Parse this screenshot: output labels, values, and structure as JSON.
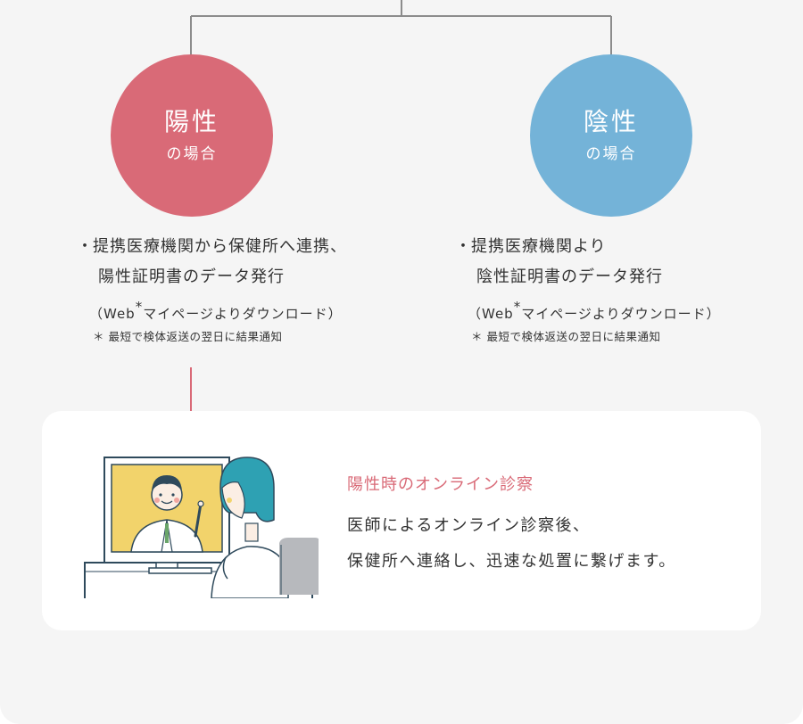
{
  "positive": {
    "circle_title": "陽性",
    "circle_sub": "の場合",
    "line1": "提携医療機関から保健所へ連携、",
    "line2": "陽性証明書のデータ発行",
    "note_open": "（Web",
    "note_star": "*",
    "note_rest": "マイページよりダウンロード）",
    "footnote": "＊ 最短で検体返送の翌日に結果通知"
  },
  "negative": {
    "circle_title": "陰性",
    "circle_sub": "の場合",
    "line1": "提携医療機関より",
    "line2": "陰性証明書のデータ発行",
    "note_open": "（Web",
    "note_star": "*",
    "note_rest": "マイページよりダウンロード）",
    "footnote": "＊ 最短で検体返送の翌日に結果通知"
  },
  "bullet": "・",
  "online": {
    "title": "陽性時のオンライン診察",
    "body_line1": "医師によるオンライン診察後、",
    "body_line2": "保健所へ連絡し、迅速な処置に繋げます。"
  },
  "colors": {
    "positive": "#d96a77",
    "negative": "#74b3d8",
    "connector": "#8c8c8c",
    "background": "#f5f5f5"
  },
  "icons": {
    "illustration": "doctor-video-call-illustration"
  }
}
